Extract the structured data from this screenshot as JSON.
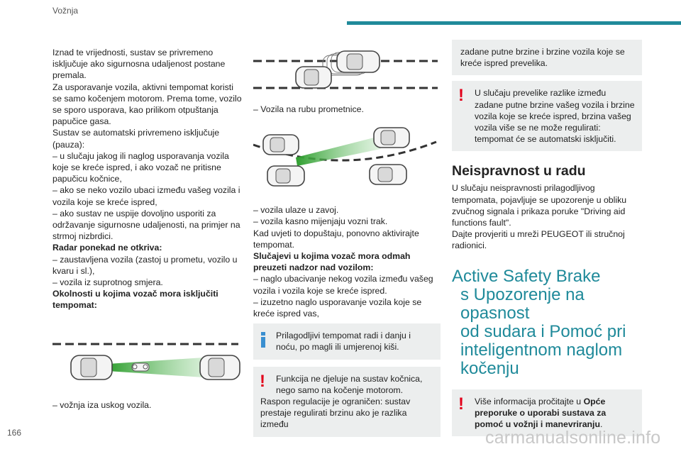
{
  "header": {
    "section": "Vožnja"
  },
  "page_number": "166",
  "watermark": "carmanualsonline.info",
  "col1": {
    "p1": "Iznad te vrijednosti, sustav se privremeno isključuje ako sigurnosna udaljenost postane premala.",
    "p2": "Za usporavanje vozila, aktivni tempomat koristi se samo kočenjem motorom. Prema tome, vozilo se sporo usporava, kao prilikom otpuštanja papučice gasa.",
    "p3": "Sustav se automatski privremeno isključuje (pauza):",
    "p4": "– u slučaju jakog ili naglog usporavanja vozila koje se kreće ispred, i ako vozač ne pritisne papučicu kočnice,",
    "p5": "– ako se neko vozilo ubaci između vašeg vozila i vozila koje se kreće ispred,",
    "p6": "– ako sustav ne uspije dovoljno usporiti za održavanje sigurnosne udaljenosti, na primjer na strmoj nizbrdici.",
    "h1": "Radar ponekad ne otkriva:",
    "p7": "– zaustavljena vozila (zastoj u prometu, vozilo u kvaru i sl.),",
    "p8": "– vozila iz suprotnog smjera.",
    "h2": "Okolnosti u kojima vozač mora isključiti tempomat:",
    "caption": "– vožnja iza uskog vozila."
  },
  "col2": {
    "caption1": "– Vozila na rubu prometnice.",
    "p1": "– vozila ulaze u zavoj.",
    "p2": "– vozila kasno mijenjaju vozni trak.",
    "p3": "Kad uvjeti to dopuštaju, ponovno aktivirajte tempomat.",
    "h1": "Slučajevi u kojima vozač mora odmah preuzeti nadzor nad vozilom:",
    "p4": "– naglo ubacivanje nekog vozila između vašeg vozila i vozila koje se kreće ispred.",
    "p5": "– izuzetno naglo usporavanje vozila koje se kreće ispred vas,",
    "info": "Prilagodljivi tempomat radi i danju i noću, po magli ili umjerenoj kiši.",
    "warn_a": "Funkcija ne djeluje na sustav kočnica, nego samo na kočenje motorom.",
    "warn_b": "Raspon regulacije je ograničen: sustav prestaje regulirati brzinu ako je razlika između"
  },
  "col3": {
    "box1": "zadane putne brzine i brzine vozila koje se kreće ispred prevelika.",
    "warn_a": "U slučaju prevelike razlike između zadane putne brzine vašeg vozila i brzine vozila koje se kreće ispred, brzina vašeg vozila više se ne može regulirati: tempomat će se automatski isključiti.",
    "section_title": "Neispravnost u radu",
    "p1": "U slučaju neispravnosti prilagodljivog tempomata, pojavljuje se upozorenje u obliku zvučnog signala i prikaza poruke \"Driving aid functions fault\".",
    "p2": "Dajte provjeriti u mreži PEUGEOT ili stručnoj radionici.",
    "title_lines": [
      "Active Safety Brake",
      "s Upozorenje na opasnost",
      "od sudara i Pomoć pri",
      "inteligentnom naglom",
      "kočenju"
    ],
    "warn2_prefix": "Više informacija pročitajte u ",
    "warn2_bold": "Opće preporuke o uporabi sustava za pomoć u vožnji i manevriranju",
    "warn2_suffix": "."
  },
  "colors": {
    "accent": "#1f8a9a",
    "warning": "#e2001a",
    "info": "#3a8fd0",
    "box": "#eceeee"
  }
}
